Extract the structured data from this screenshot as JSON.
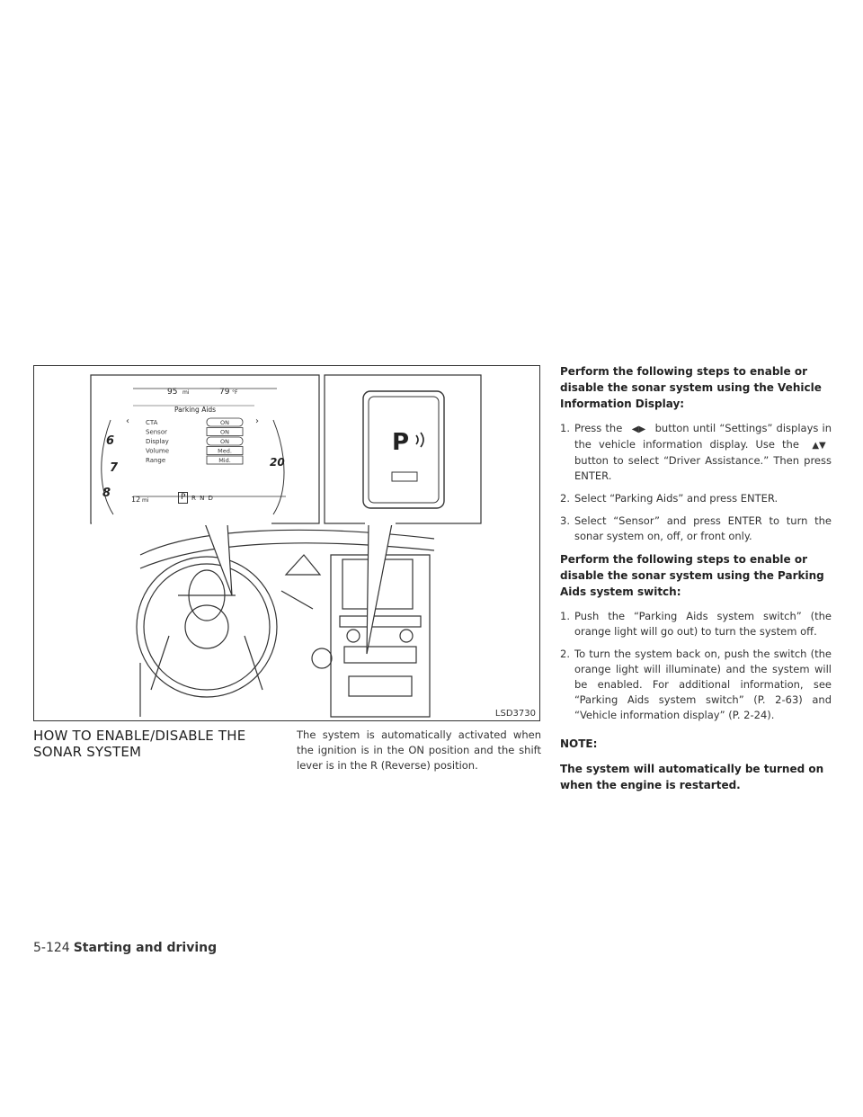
{
  "figure": {
    "code": "LSD3730",
    "display": {
      "odometer": "95",
      "odo_unit": "mi",
      "temp": "79",
      "temp_unit": "°F",
      "menu_title": "Parking Aids",
      "rows": [
        {
          "label": "CTA",
          "value": "ON"
        },
        {
          "label": "Sensor",
          "value": "ON"
        },
        {
          "label": "Display",
          "value": "ON"
        },
        {
          "label": "Volume",
          "value": "Med."
        },
        {
          "label": "Range",
          "value": "Mid."
        }
      ],
      "trip": "12",
      "trip_unit": "mi",
      "gear_selected": "P",
      "gear_others": "R N D",
      "tach_6": "6",
      "tach_7": "7",
      "tach_8": "8",
      "speed_20": "20"
    },
    "switch_label": "P"
  },
  "heading": "HOW TO ENABLE/DISABLE THE SONAR SYSTEM",
  "intro": "The system is automatically activated when the ignition is in the ON position and the shift lever is in the R (Reverse) position.",
  "section1": {
    "title": "Perform the following steps to enable or disable the sonar system using the Vehicle Information Display:",
    "step1_a": "Press the",
    "step1_b": "button until “Settings” displays in the vehicle information display. Use the",
    "step1_c": "button to select “Driver Assistance.” Then press ENTER.",
    "step2": "Select “Parking Aids” and press ENTER.",
    "step3": "Select “Sensor” and press ENTER to turn the sonar system on, off, or front only."
  },
  "section2": {
    "title": "Perform the following steps to enable or disable the sonar system using the Parking Aids system switch:",
    "step1": "Push the “Parking Aids system switch” (the orange light will go out) to turn the system off.",
    "step2": "To turn the system back on, push the switch (the orange light will illuminate) and the system will be enabled. For additional information, see “Parking Aids system switch” (P. 2-63) and “Vehicle information display” (P. 2-24)."
  },
  "note_label": "NOTE:",
  "note_text": "The system will automatically be turned on when the engine is restarted.",
  "footer": {
    "page": "5-124",
    "section": "Starting and driving"
  },
  "step_numbers": [
    "1.",
    "2.",
    "3."
  ]
}
